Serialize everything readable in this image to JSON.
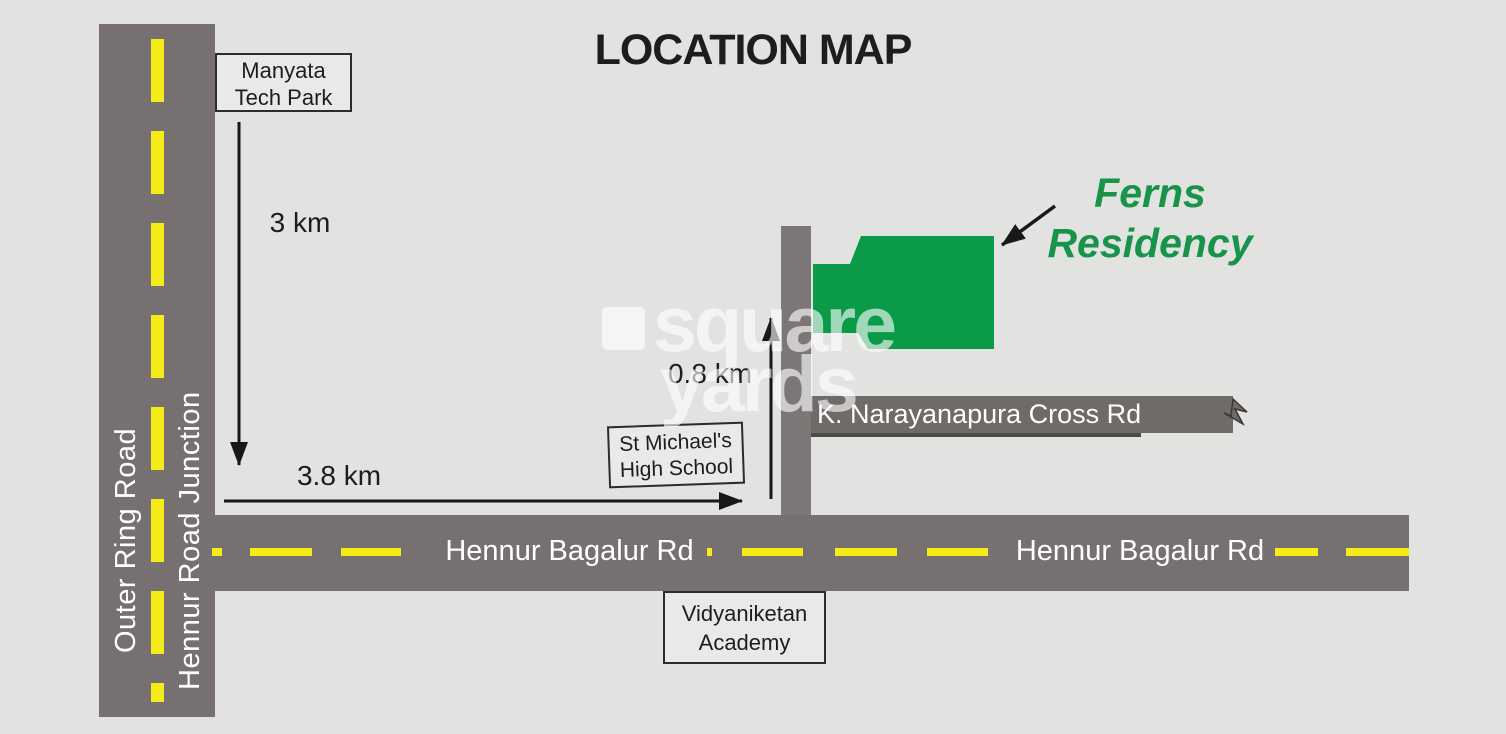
{
  "title": "LOCATION MAP",
  "colors": {
    "background": "#e2e2e1",
    "road_gray": "#767170",
    "banner_gray": "#6f6b69",
    "cross_road_gray": "#7b7776",
    "lane_yellow": "#f5eb16",
    "building_green": "#0a9a48",
    "destination_green": "#17934a",
    "ink": "#1f1c1d",
    "label_white": "#ffffff"
  },
  "roads": {
    "outer_ring": {
      "label": "Outer Ring Road"
    },
    "hennur_junction": {
      "label": "Hennur Road Junction"
    },
    "hennur_bagalur": {
      "label_west": "Hennur Bagalur Rd",
      "label_east": "Hennur Bagalur Rd"
    },
    "narayanapura_cross": {
      "label": "K. Narayanapura Cross Rd"
    }
  },
  "landmarks": {
    "manyata_tech_park": {
      "line1": "Manyata",
      "line2": "Tech Park"
    },
    "st_michaels": {
      "line1": "St Michael's",
      "line2": "High School"
    },
    "vidyaniketan": {
      "line1": "Vidyaniketan",
      "line2": "Academy"
    }
  },
  "destination": {
    "name_line1": "Ferns",
    "name_line2": "Residency"
  },
  "distances": {
    "manyata_to_junction": "3 km",
    "junction_to_school": "3.8 km",
    "school_to_residency": "0.8 km"
  },
  "watermark": {
    "word1": "square",
    "word2": "yards"
  }
}
